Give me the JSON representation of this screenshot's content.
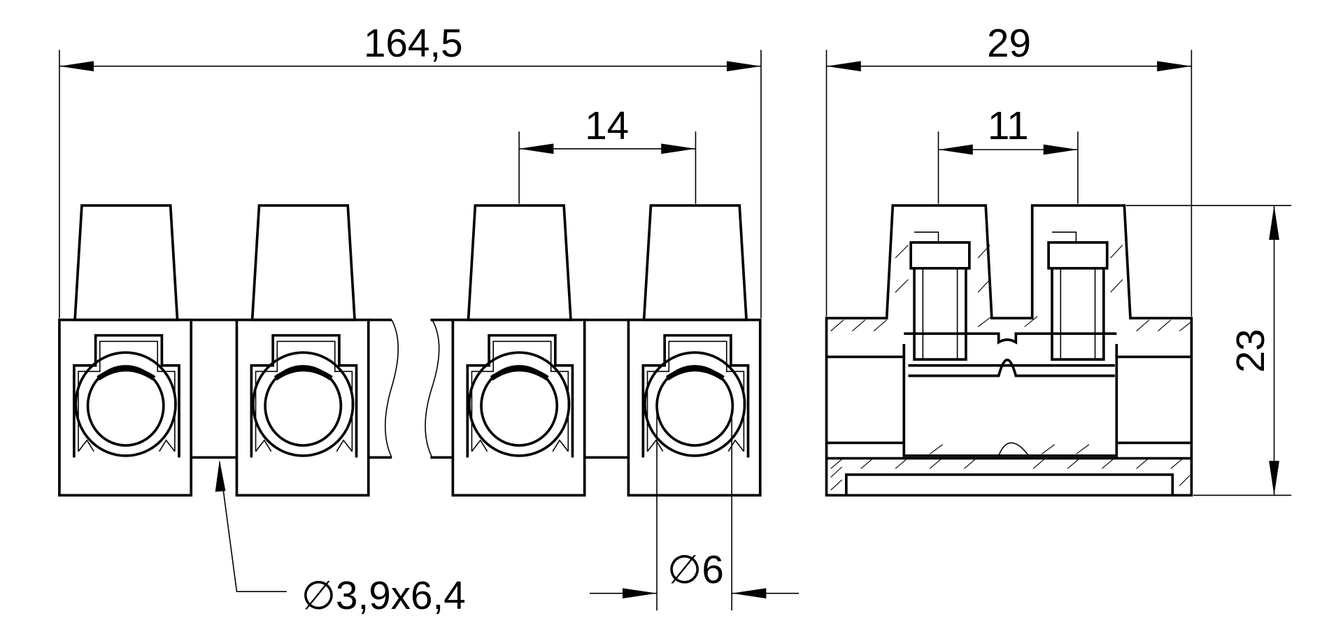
{
  "drawing": {
    "title": "Terminal block technical drawing",
    "dimensions": {
      "overall_length": "164,5",
      "pitch": "14",
      "overall_depth": "29",
      "inner_spacing": "11",
      "height": "23",
      "wire_hole": "∅6",
      "mounting_hole": "∅3,9x6,4"
    },
    "colors": {
      "line": "#000000",
      "background": "#ffffff"
    }
  }
}
